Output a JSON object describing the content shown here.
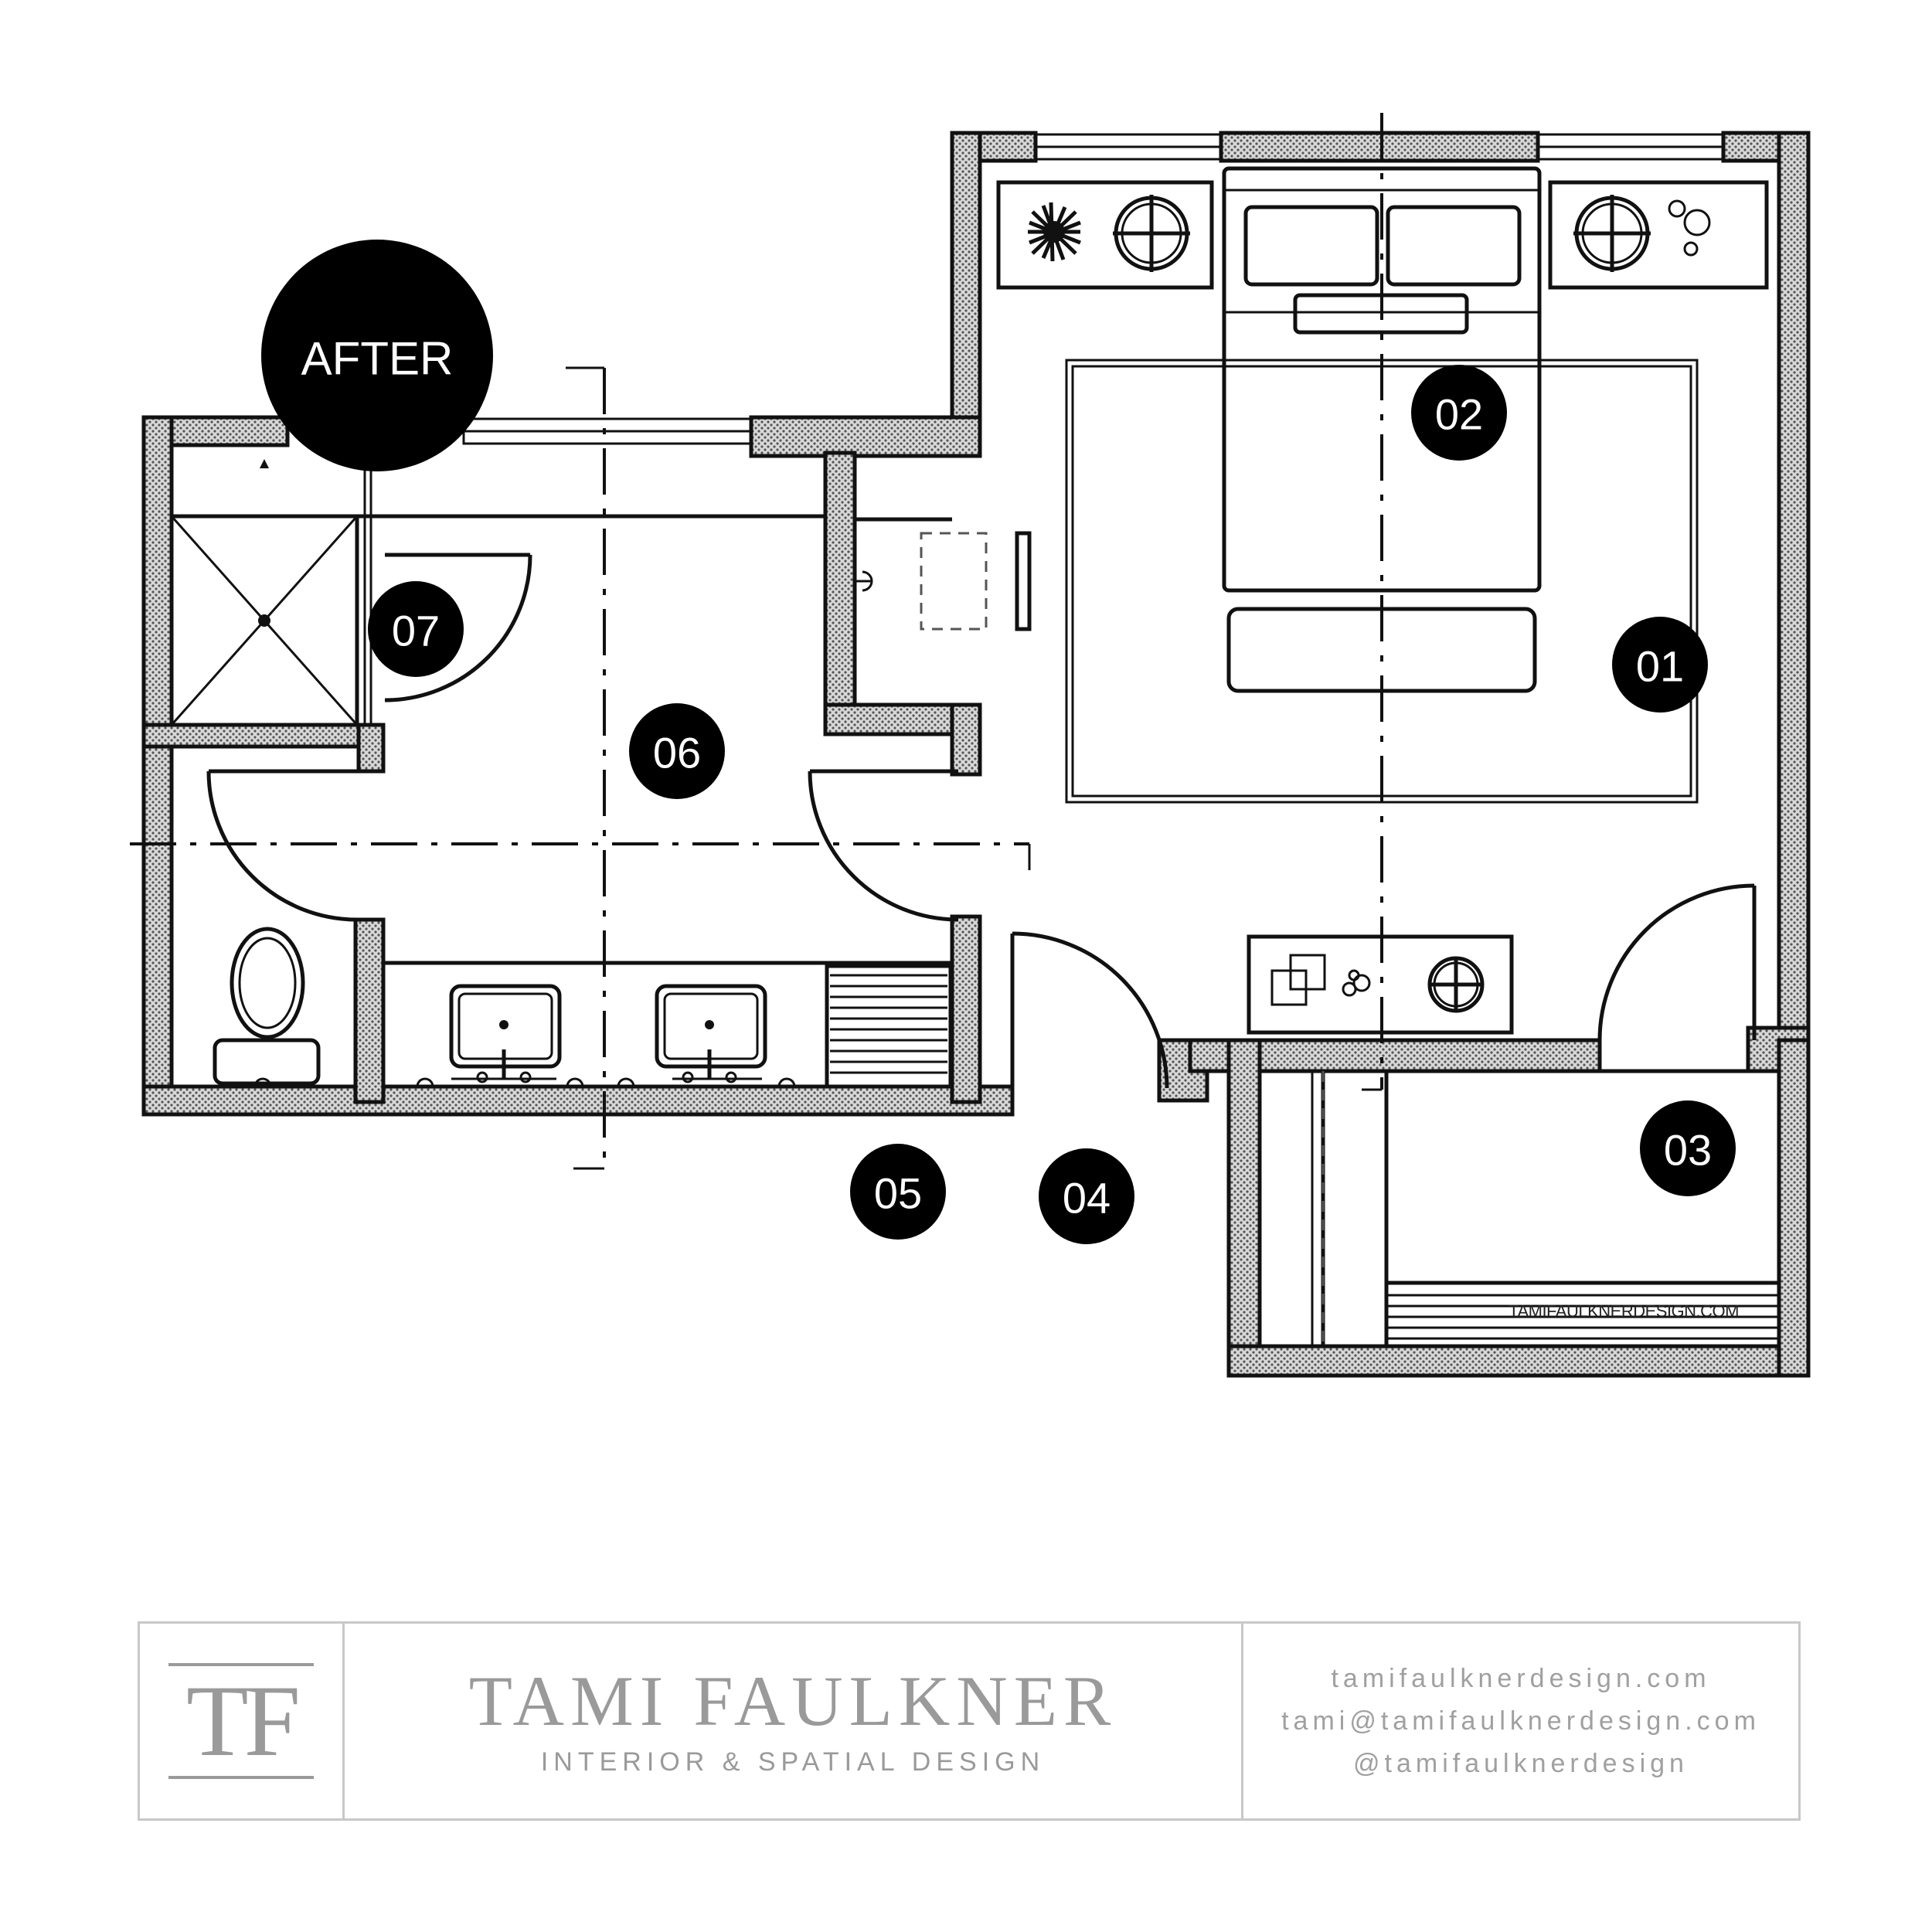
{
  "badge": {
    "label": "AFTER"
  },
  "rooms": [
    {
      "id": "01"
    },
    {
      "id": "02"
    },
    {
      "id": "03"
    },
    {
      "id": "04"
    },
    {
      "id": "05"
    },
    {
      "id": "06"
    },
    {
      "id": "07"
    }
  ],
  "watermark": "TAMIFAULKNERDESIGN.COM",
  "footer": {
    "logo": "TF",
    "brand_name": "TAMI FAULKNER",
    "brand_tagline": "INTERIOR & SPATIAL DESIGN",
    "website": "tamifaulknerdesign.com",
    "email": "tami@tamifaulknerdesign.com",
    "social": "@tamifaulknerdesign"
  },
  "colors": {
    "ink": "#111111",
    "footer_gray": "#9a9a9a",
    "footer_border": "#c8c8c8"
  }
}
